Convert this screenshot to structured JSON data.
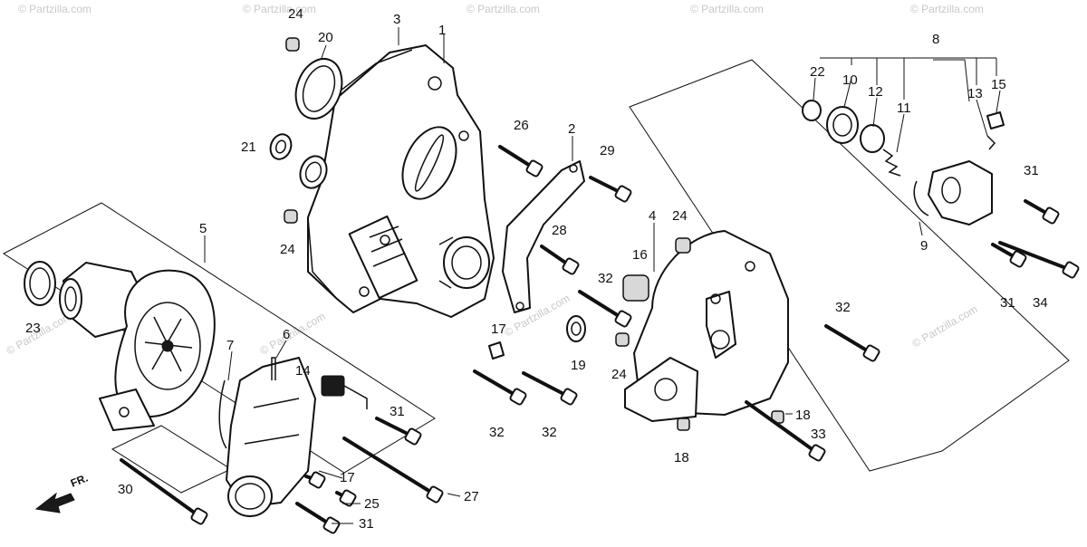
{
  "watermark": "© Partzilla.com",
  "front_marker": "FR.",
  "callouts": {
    "c1": "1",
    "c2": "2",
    "c3": "3",
    "c4": "4",
    "c5": "5",
    "c6": "6",
    "c7": "7",
    "c8": "8",
    "c9": "9",
    "c10": "10",
    "c11": "11",
    "c12": "12",
    "c13": "13",
    "c14": "14",
    "c15": "15",
    "c16": "16",
    "c17a": "17",
    "c17b": "17",
    "c18a": "18",
    "c18b": "18",
    "c19": "19",
    "c20": "20",
    "c21": "21",
    "c22": "22",
    "c23": "23",
    "c24a": "24",
    "c24b": "24",
    "c24c": "24",
    "c24d": "24",
    "c25": "25",
    "c26": "26",
    "c27": "27",
    "c28": "28",
    "c29": "29",
    "c30": "30",
    "c31a": "31",
    "c31b": "31",
    "c31c": "31",
    "c31d": "31",
    "c32a": "32",
    "c32b": "32",
    "c32c": "32",
    "c32d": "32",
    "c33": "33",
    "c34": "34"
  }
}
